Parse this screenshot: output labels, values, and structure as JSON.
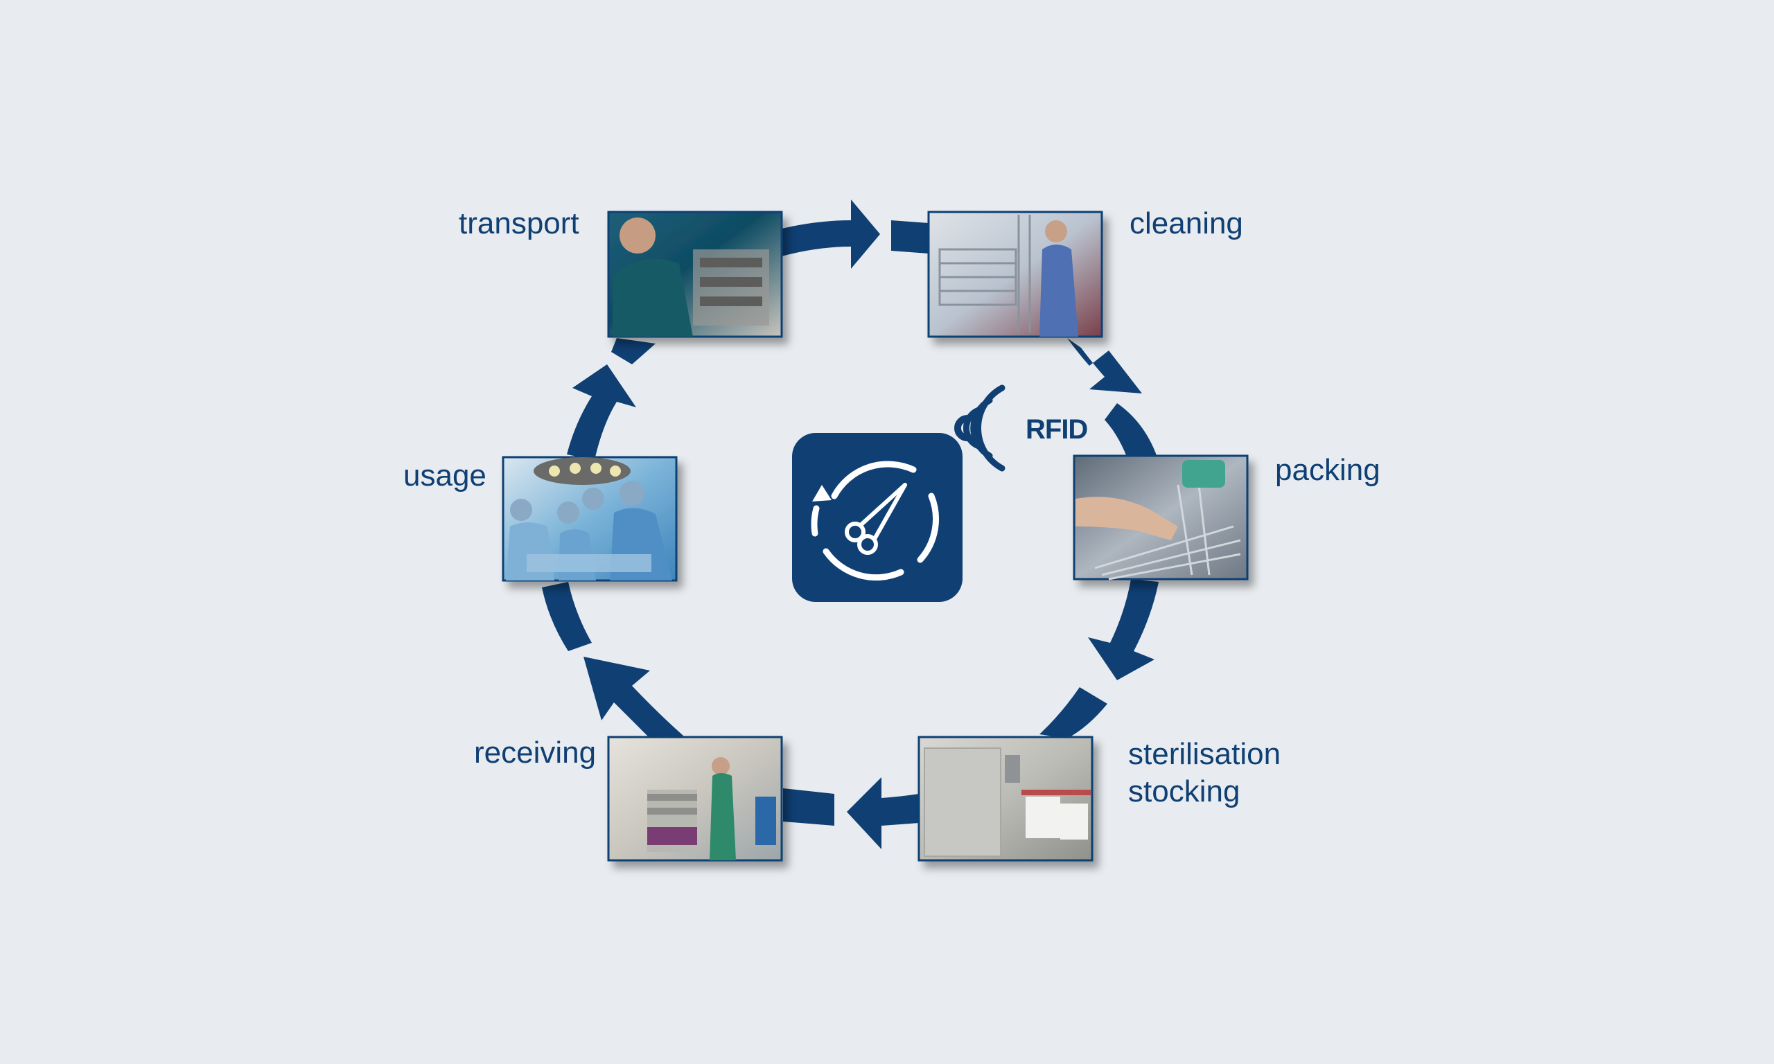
{
  "colors": {
    "background": "#e8ecf0",
    "arrow": "#0f3f73",
    "text": "#0f3f73",
    "icon_bg": "#0f3f73",
    "icon_fg": "#ffffff"
  },
  "center": {
    "icon": "scissors-cycle-icon",
    "signal_icon": "wireless-signal-icon",
    "label": "RFID"
  },
  "steps": [
    {
      "id": "transport",
      "lines": [
        "transport"
      ],
      "photo": "staff-pushing-instrument-cart-photo"
    },
    {
      "id": "cleaning",
      "lines": [
        "cleaning"
      ],
      "photo": "washer-disinfector-loading-photo"
    },
    {
      "id": "packing",
      "lines": [
        "packing"
      ],
      "photo": "hand-packing-instrument-tray-photo"
    },
    {
      "id": "sterilisation-stocking",
      "lines": [
        "sterilisation",
        "stocking"
      ],
      "photo": "sterilizer-room-photo"
    },
    {
      "id": "receiving",
      "lines": [
        "receiving"
      ],
      "photo": "nurse-receiving-containers-photo"
    },
    {
      "id": "usage",
      "lines": [
        "usage"
      ],
      "photo": "surgical-team-operating-photo"
    }
  ]
}
